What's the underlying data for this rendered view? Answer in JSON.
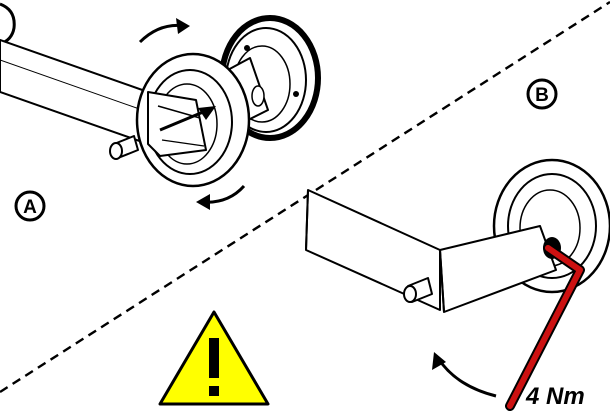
{
  "step_labels": {
    "a": "A",
    "b": "B"
  },
  "torque_value": "4 Nm",
  "colors": {
    "warning_fill": "#ffff00",
    "hex_key": "#cc1111",
    "line": "#000000",
    "background": "#ffffff"
  },
  "icons": {
    "warning": "warning-triangle-icon",
    "rotation": "curved-arrow-icon",
    "tool": "hex-key-icon"
  }
}
